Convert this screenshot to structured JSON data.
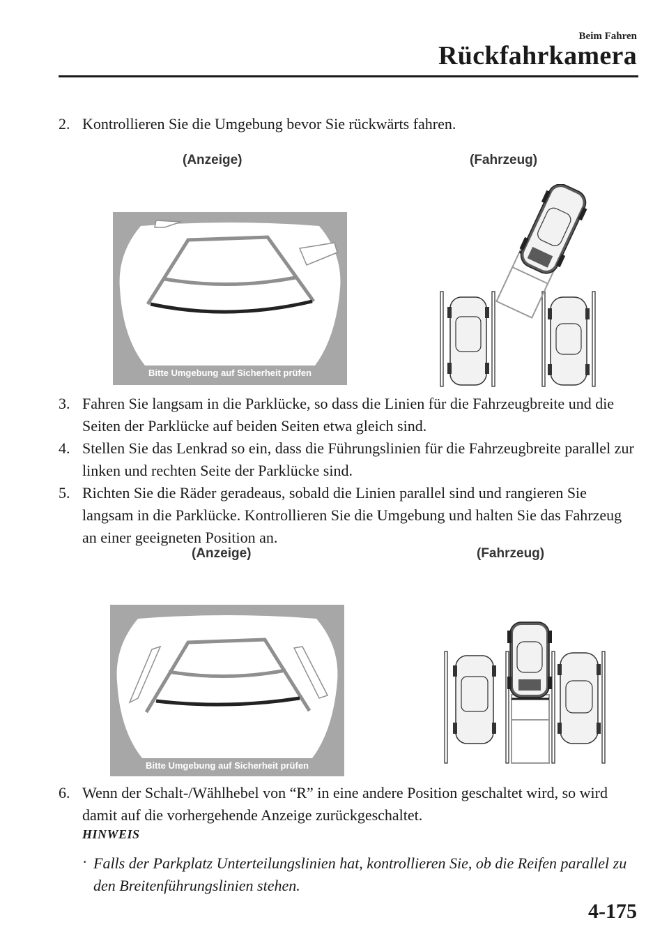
{
  "header": {
    "section": "Beim Fahren",
    "title": "Rückfahrkamera"
  },
  "steps": [
    {
      "num": "2.",
      "text": "Kontrollieren Sie die Umgebung bevor Sie rückwärts fahren."
    },
    {
      "num": "3.",
      "text": "Fahren Sie langsam in die Parklücke, so dass die Linien für die Fahrzeugbreite und die Seiten der Parklücke auf beiden Seiten etwa gleich sind."
    },
    {
      "num": "4.",
      "text": "Stellen Sie das Lenkrad so ein, dass die Führungslinien für die Fahrzeugbreite parallel zur linken und rechten Seite der Parklücke sind."
    },
    {
      "num": "5.",
      "text": "Richten Sie die Räder geradeaus, sobald die Linien parallel sind und rangieren Sie langsam in die Parklücke. Kontrollieren Sie die Umgebung und halten Sie das Fahrzeug an einer geeigneten Position an."
    },
    {
      "num": "6.",
      "text": "Wenn der Schalt-/Wählhebel von “R” in eine andere Position geschaltet wird, so wird damit auf die vorhergehende Anzeige zurückgeschaltet."
    }
  ],
  "figures": [
    {
      "display_caption": "(Anzeige)",
      "vehicle_caption": "(Fahrzeug)",
      "screen_message": "Bitte Umgebung auf Sicherheit prüfen"
    },
    {
      "display_caption": "(Anzeige)",
      "vehicle_caption": "(Fahrzeug)",
      "screen_message": "Bitte Umgebung auf Sicherheit prüfen"
    }
  ],
  "note": {
    "title": "HINWEIS",
    "bullet": "·",
    "text": "Falls der Parkplatz Unterteilungslinien hat, kontrollieren Sie, ob die Reifen parallel zu den Breitenführungslinien stehen."
  },
  "page_number": "4-175",
  "colors": {
    "screen_frame": "#a7a7a7",
    "screen_inner": "#ffffff",
    "guide_line": "#8f8f8f",
    "distance_line": "#222222",
    "car_body": "#f2f2f2",
    "car_highlight": "#5a5a5a"
  }
}
